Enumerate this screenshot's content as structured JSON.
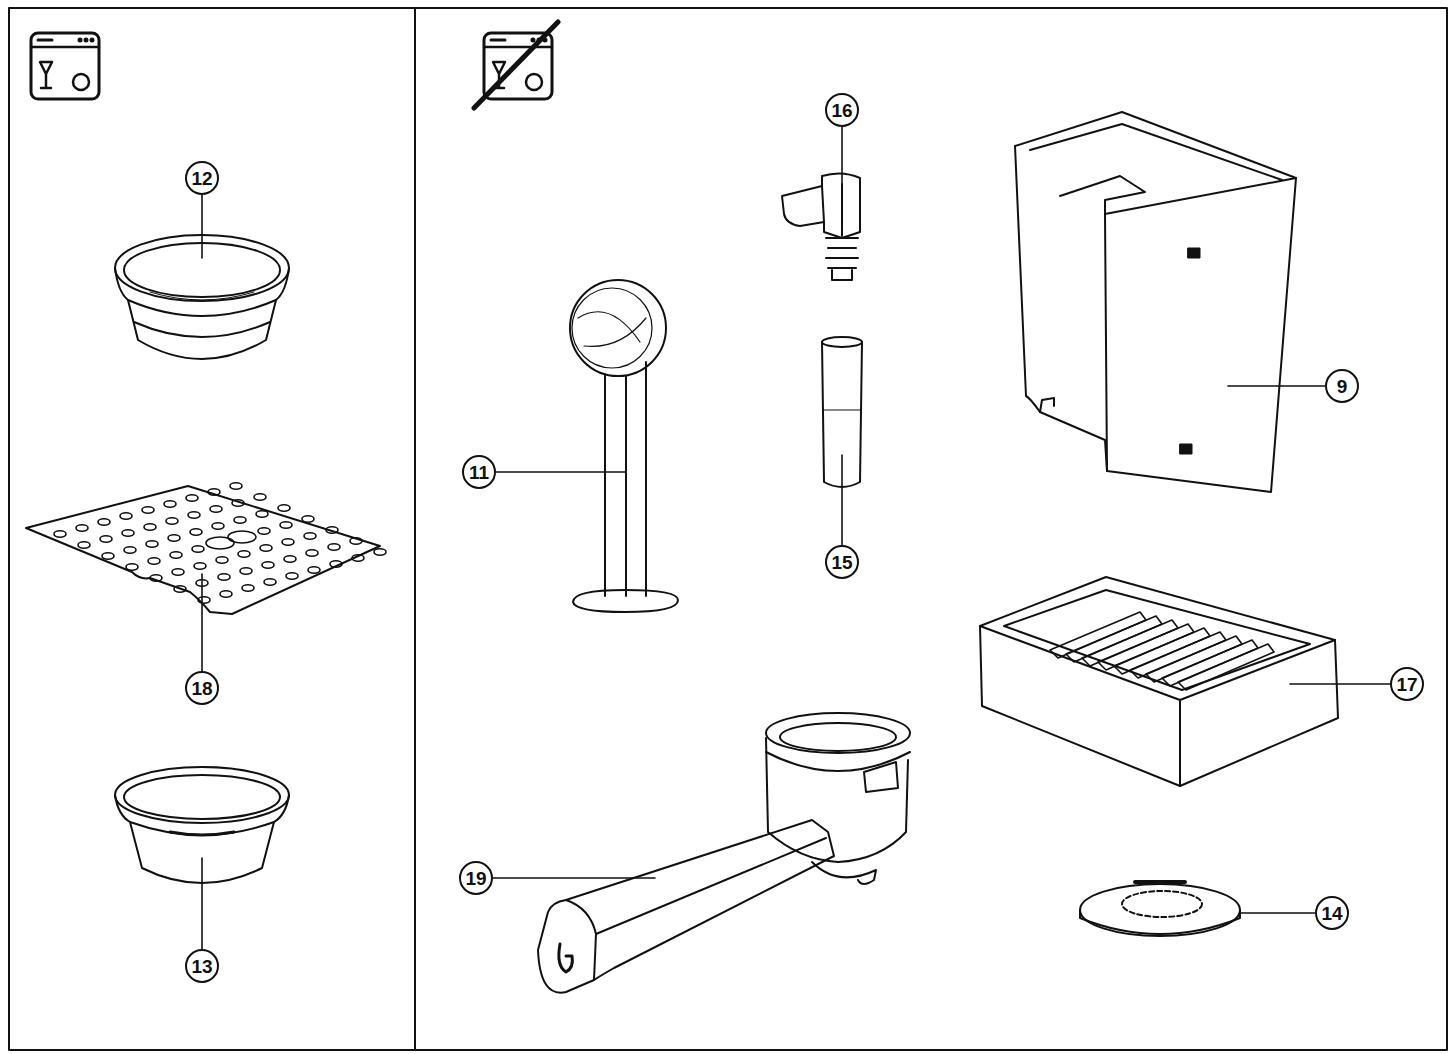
{
  "diagram": {
    "nodes": [
      {
        "text": [
          "12"
        ]
      },
      {
        "text": [
          "18"
        ]
      },
      {
        "text": [
          "13"
        ]
      },
      {
        "text": [
          "16"
        ]
      },
      {
        "text": [
          "11"
        ]
      },
      {
        "text": [
          "15"
        ]
      },
      {
        "text": [
          "9"
        ]
      },
      {
        "text": [
          "17"
        ]
      },
      {
        "text": [
          "19"
        ]
      },
      {
        "text": [
          "14"
        ]
      }
    ]
  }
}
